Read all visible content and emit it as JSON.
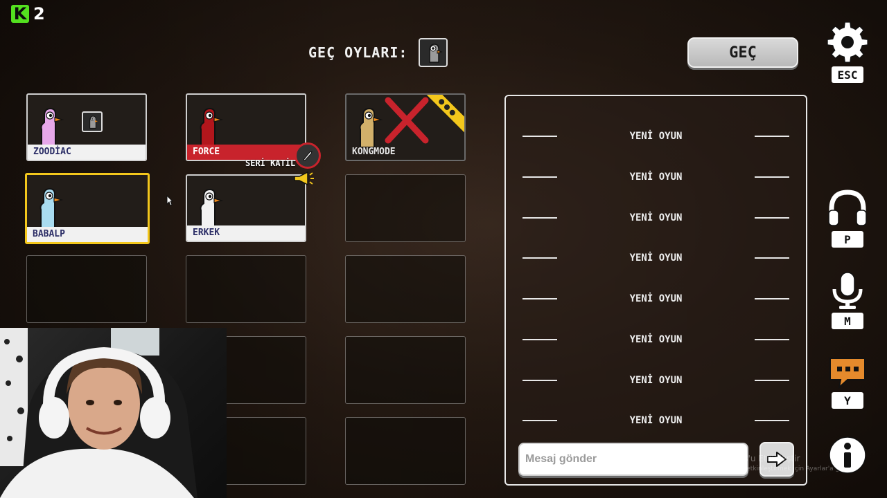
{
  "brand": {
    "logo_letter": "K",
    "number": "2"
  },
  "header": {
    "skip_votes_label": "GEÇ OYLARI:",
    "skip_button_label": "GEÇ"
  },
  "players": [
    {
      "name": "ZOODİAC",
      "color": "#e6a7e9",
      "state": "alive",
      "voted_skip": true
    },
    {
      "name": "FORCE",
      "color": "#b2161c",
      "state": "alive",
      "role_label": "SERİ KATİL"
    },
    {
      "name": "KONGMODE",
      "color": "#d2b06a",
      "state": "dead"
    },
    {
      "name": "BABALP",
      "color": "#a9dcf0",
      "state": "alive",
      "self": true
    },
    {
      "name": "ERKEK",
      "color": "#f2f2f2",
      "state": "alive"
    }
  ],
  "vote_panel": {
    "rows": [
      "YENİ OYUN",
      "YENİ OYUN",
      "YENİ OYUN",
      "YENİ OYUN",
      "YENİ OYUN",
      "YENİ OYUN",
      "YENİ OYUN",
      "YENİ OYUN"
    ]
  },
  "chat": {
    "placeholder": "Mesaj gönder"
  },
  "watermark": {
    "line1": "Windows'u Etkinleştir",
    "line2": "Windows'u etkinleştirmek için Ayarlar'a gidin."
  },
  "sidebar": {
    "settings_key": "ESC",
    "audio_key": "P",
    "mic_key": "M",
    "chat_key": "Y"
  },
  "colors": {
    "accent_yellow": "#f3c71c",
    "kill_red": "#c8232c",
    "brand_green": "#53e01f",
    "chat_orange": "#e58a2c"
  }
}
